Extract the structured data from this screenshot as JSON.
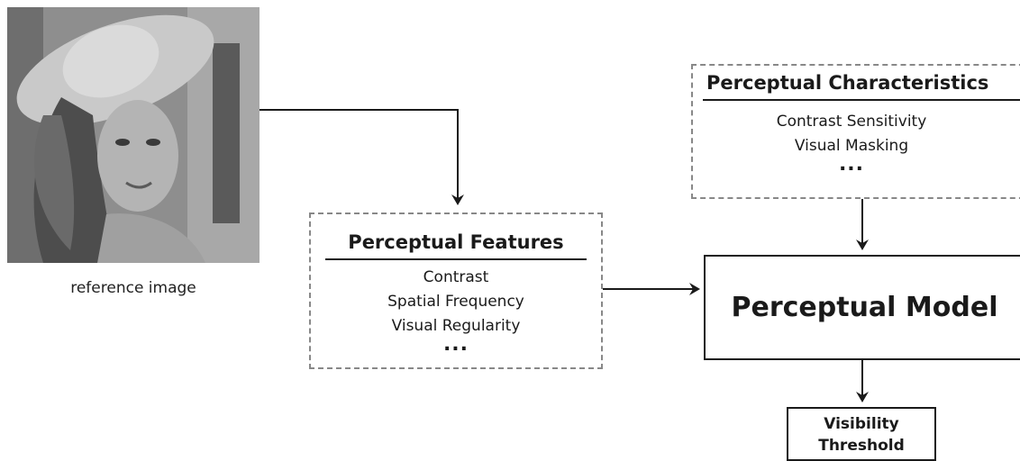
{
  "reference_image": {
    "caption": "reference image"
  },
  "perceptual_features": {
    "title": "Perceptual Features",
    "items": [
      "Contrast",
      "Spatial Frequency",
      "Visual Regularity"
    ],
    "ellipsis": "..."
  },
  "perceptual_characteristics": {
    "title": "Perceptual Characteristics",
    "items": [
      "Contrast Sensitivity",
      "Visual Masking"
    ],
    "ellipsis": "..."
  },
  "perceptual_model": {
    "label": "Perceptual Model"
  },
  "visibility_threshold": {
    "line1": "Visibility",
    "line2": "Threshold"
  },
  "colors": {
    "stroke": "#1a1a1a",
    "dashed_border": "#888888",
    "background": "#ffffff"
  }
}
